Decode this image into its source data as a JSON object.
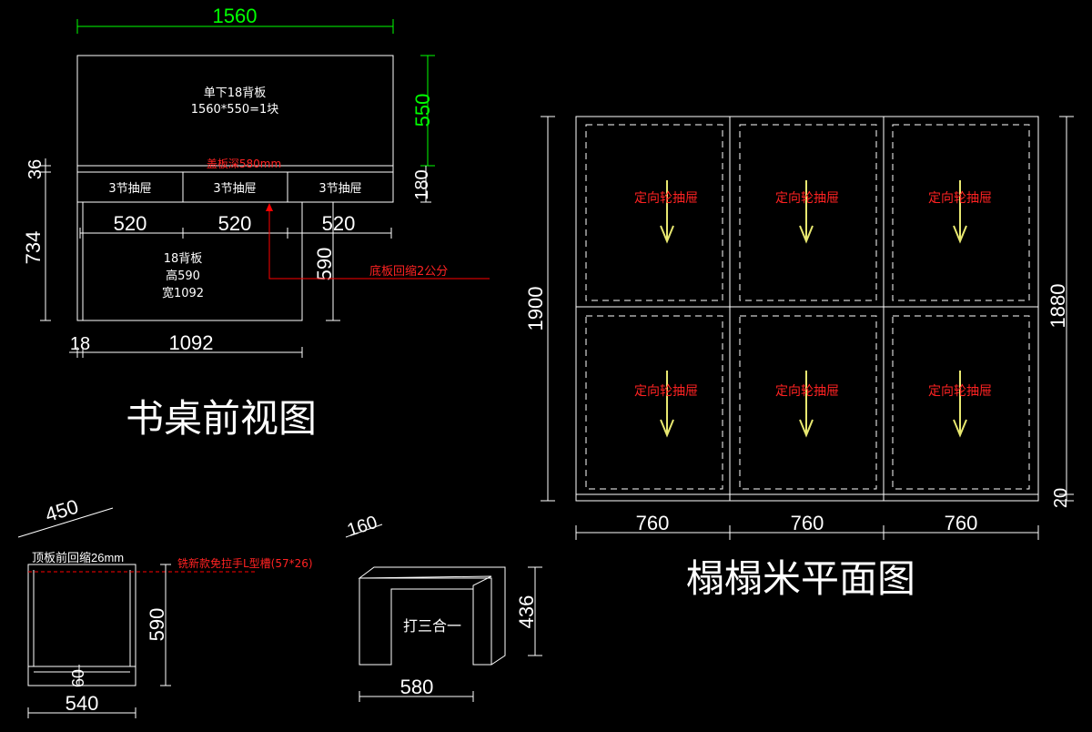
{
  "front_view": {
    "title": "书桌前视图",
    "top_width": "1560",
    "top_height": "550",
    "back_panel_label": "单下18背板",
    "back_panel_spec": "1560*550=1块",
    "cover_depth_note": "盖板深580mm",
    "left_dim_36": "36",
    "drawer_height": "180",
    "drawers": [
      "3节抽屉",
      "3节抽屉",
      "3节抽屉"
    ],
    "drawer_widths": [
      "520",
      "520",
      "520"
    ],
    "left_height": "734",
    "lower_panel_label": "18背板",
    "lower_panel_height": "高590",
    "lower_panel_width": "宽1092",
    "lower_height": "590",
    "base_note": "底板回缩2公分",
    "bottom_dim_18": "18",
    "bottom_dim_1092": "1092"
  },
  "side_view": {
    "depth": "450",
    "top_note": "顶板前回缩26mm",
    "groove_note": "铣新款免拉手L型槽(57*26)",
    "height": "590",
    "inner_dim": "60",
    "bottom_width": "540"
  },
  "leg_view": {
    "top_dim": "160",
    "label": "打三合一",
    "height": "436",
    "width": "580"
  },
  "tatami_plan": {
    "title": "榻榻米平面图",
    "total_height": "1900",
    "inner_height": "1880",
    "bottom_dim": "20",
    "col_widths": [
      "760",
      "760",
      "760"
    ],
    "cell_label": "定向轮抽屉",
    "cells": [
      "定向轮抽屉",
      "定向轮抽屉",
      "定向轮抽屉",
      "定向轮抽屉",
      "定向轮抽屉",
      "定向轮抽屉"
    ]
  }
}
